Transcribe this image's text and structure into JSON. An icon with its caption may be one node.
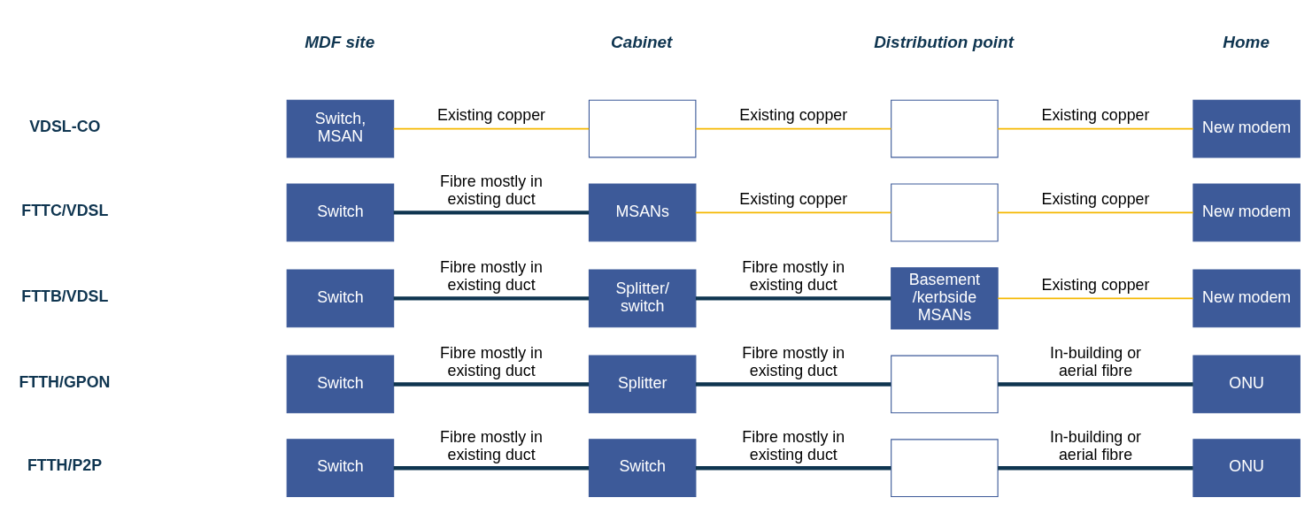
{
  "diagram": {
    "nodes": [
      {
        "text": [
          "Switch, MSAN"
        ]
      },
      {
        "text": [],
        "shape": "box"
      },
      {
        "text": [],
        "shape": "box"
      },
      {
        "text": [
          "New modem"
        ]
      },
      {
        "text": [
          "Switch"
        ]
      },
      {
        "text": [
          "MSANs"
        ]
      },
      {
        "text": [],
        "shape": "box"
      },
      {
        "text": [
          "New modem"
        ]
      },
      {
        "text": [
          "Switch"
        ]
      },
      {
        "text": [
          "Splitter/ switch"
        ]
      },
      {
        "text": [
          "Basement /kerbside MSANs"
        ]
      },
      {
        "text": [
          "New modem"
        ]
      },
      {
        "text": [
          "Switch"
        ]
      },
      {
        "text": [
          "Splitter"
        ]
      },
      {
        "text": [],
        "shape": "box"
      },
      {
        "text": [
          "ONU"
        ]
      },
      {
        "text": [
          "Switch"
        ]
      },
      {
        "text": [
          "Switch"
        ]
      },
      {
        "text": [],
        "shape": "box"
      },
      {
        "text": [
          "ONU"
        ]
      }
    ],
    "edges": [
      {
        "from": 0,
        "to": 1,
        "arrow": "none",
        "label": "Existing copper",
        "color": "#f5b800"
      },
      {
        "from": 1,
        "to": 2,
        "arrow": "none",
        "label": "Existing copper",
        "color": "#f5b800"
      },
      {
        "from": 2,
        "to": 3,
        "arrow": "none",
        "label": "Existing copper",
        "color": "#f5b800"
      },
      {
        "from": 4,
        "to": 5,
        "arrow": "none",
        "label": "Fibre mostly in existing duct"
      },
      {
        "from": 5,
        "to": 6,
        "arrow": "none",
        "label": "Existing copper",
        "color": "#f5b800"
      },
      {
        "from": 6,
        "to": 7,
        "arrow": "none",
        "label": "Existing copper",
        "color": "#f5b800"
      },
      {
        "from": 8,
        "to": 9,
        "arrow": "none",
        "label": "Fibre mostly in existing duct"
      },
      {
        "from": 9,
        "to": 10,
        "arrow": "none",
        "label": "Fibre mostly in existing duct"
      },
      {
        "from": 10,
        "to": 11,
        "arrow": "none",
        "label": "Existing copper",
        "color": "#f5b800"
      },
      {
        "from": 12,
        "to": 13,
        "arrow": "none",
        "label": "Fibre mostly in existing duct"
      },
      {
        "from": 13,
        "to": 14,
        "arrow": "none",
        "label": "Fibre mostly in existing duct"
      },
      {
        "from": 14,
        "to": 15,
        "arrow": "none",
        "label": "In-building or aerial fibre"
      },
      {
        "from": 16,
        "to": 17,
        "arrow": "none",
        "label": "Fibre mostly in existing duct"
      },
      {
        "from": 17,
        "to": 18,
        "arrow": "none",
        "label": "Fibre mostly in existing duct"
      },
      {
        "from": 18,
        "to": 19,
        "arrow": "none",
        "label": "In-building or aerial fibre"
      }
    ],
    "labels": [
      "MDF site",
      "Cabinet",
      "Distribution point",
      "Home",
      "VDSL-CO",
      "FTTC/VDSL",
      "FTTB/VDSL",
      "FTTH/GPON",
      "FTTH/P2P"
    ]
  }
}
